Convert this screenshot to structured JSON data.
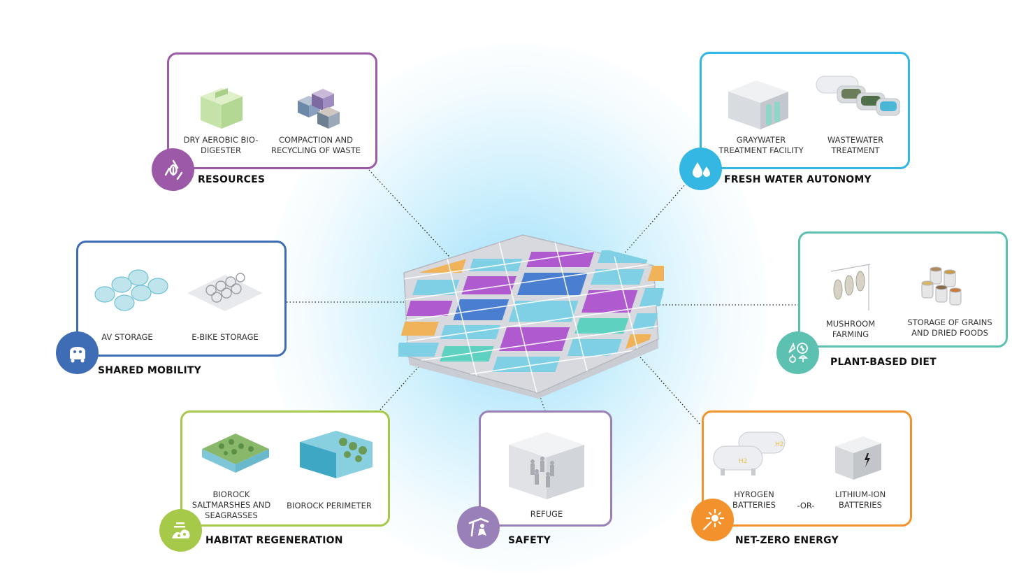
{
  "categories": {
    "resources": {
      "title": "RESOURCES",
      "color": "#9b59a8",
      "items": [
        "DRY AEROBIC BIO-DIGESTER",
        "COMPACTION AND RECYCLING OF WASTE"
      ],
      "icon": "recycle-leaf-icon"
    },
    "water": {
      "title": "FRESH WATER AUTONOMY",
      "color": "#34b7e2",
      "items": [
        "GRAYWATER TREATMENT FACILITY",
        "WASTEWATER TREATMENT"
      ],
      "icon": "water-drops-icon"
    },
    "mobility": {
      "title": "SHARED MOBILITY",
      "color": "#3f6db5",
      "items": [
        "AV STORAGE",
        "E-BIKE STORAGE"
      ],
      "icon": "car-icon"
    },
    "diet": {
      "title": "PLANT-BASED DIET",
      "color": "#5cc1b0",
      "items": [
        "MUSHROOM FARMING",
        "STORAGE OF GRAINS AND DRIED FOODS"
      ],
      "icon": "vegetables-icon"
    },
    "habitat": {
      "title": "HABITAT REGENERATION",
      "color": "#a6c94a",
      "items": [
        "BIOROCK SALTMARSHES AND SEAGRASSES",
        "BIOROCK PERIMETER"
      ],
      "icon": "reef-icon"
    },
    "safety": {
      "title": "SAFETY",
      "color": "#9a80b8",
      "items": [
        "REFUGE"
      ],
      "icon": "shelter-icon"
    },
    "energy": {
      "title": "NET-ZERO ENERGY",
      "color": "#f3922d",
      "items": [
        "HYROGEN BATTERIES",
        "LITHIUM-ION BATTERIES"
      ],
      "separator": "-OR-",
      "icon": "solar-icon"
    }
  }
}
